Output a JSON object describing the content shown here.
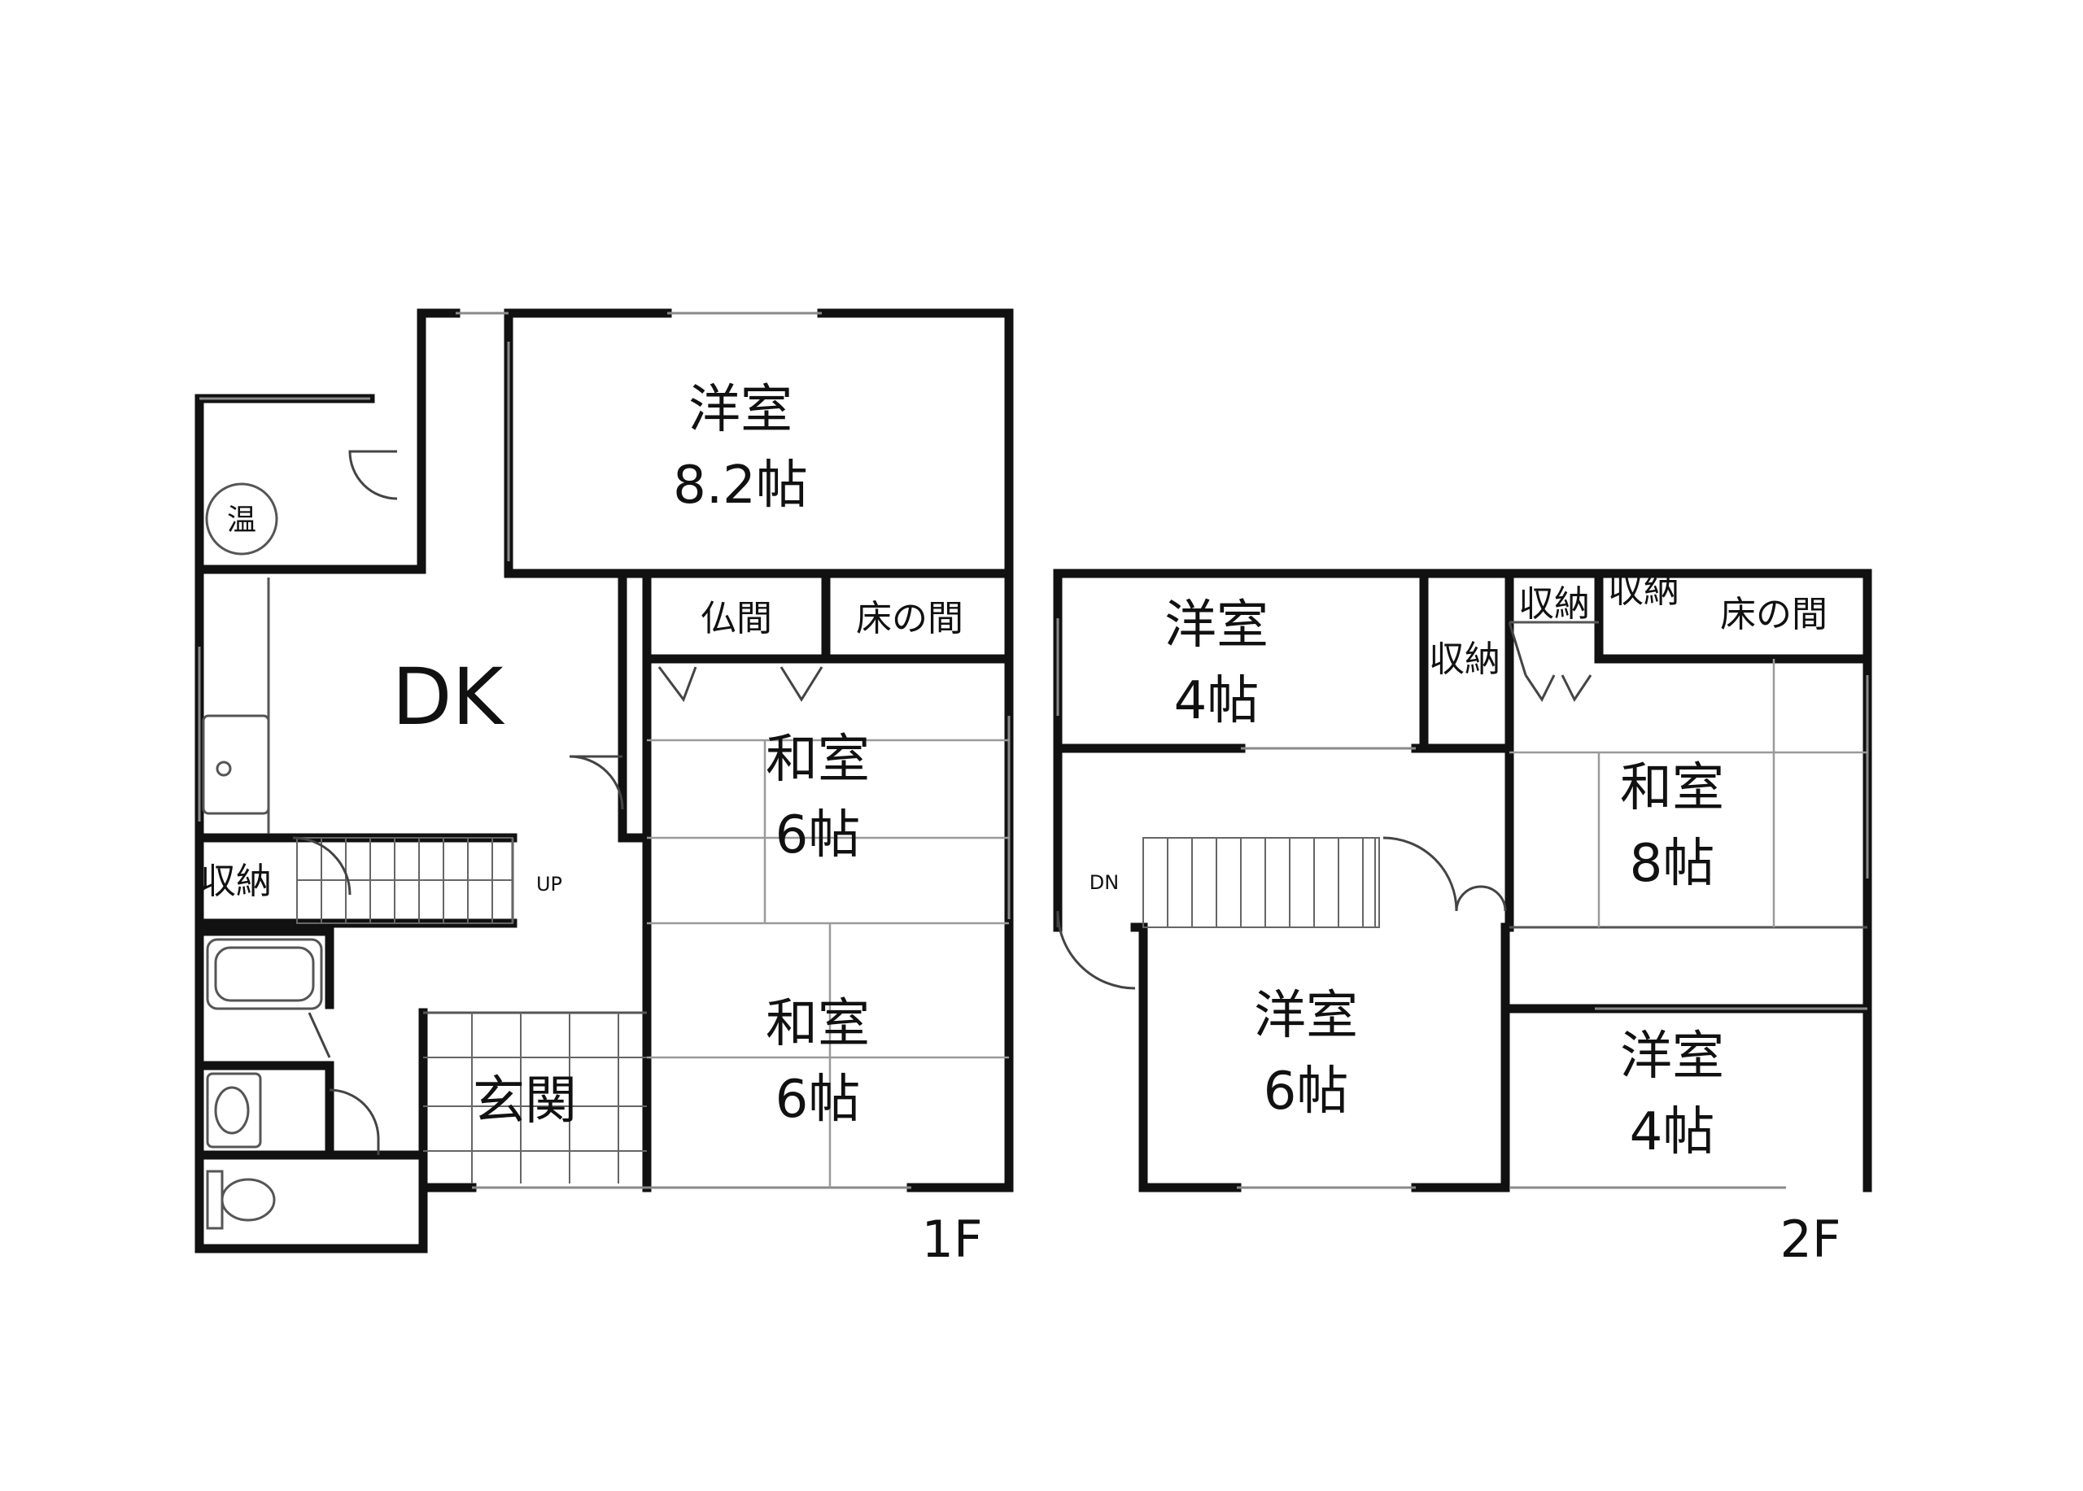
{
  "floor1": {
    "label": "1F",
    "rooms": {
      "western_top": {
        "name": "洋室",
        "size": "8.2帖"
      },
      "dk": {
        "name": "DK"
      },
      "butsuma": {
        "name": "仏間"
      },
      "tokonoma": {
        "name": "床の間"
      },
      "washitsu_upper": {
        "name": "和室",
        "size": "6帖"
      },
      "washitsu_lower": {
        "name": "和室",
        "size": "6帖"
      },
      "storage": {
        "name": "収納"
      },
      "genkan": {
        "name": "玄関"
      },
      "water_heater": {
        "name": "温"
      },
      "stairs": {
        "name": "UP"
      }
    }
  },
  "floor2": {
    "label": "2F",
    "rooms": {
      "western_4_left": {
        "name": "洋室",
        "size": "4帖"
      },
      "storage_a": {
        "name": "収納"
      },
      "storage_b": {
        "name": "収納"
      },
      "storage_c": {
        "name": "収納"
      },
      "tokonoma": {
        "name": "床の間"
      },
      "washitsu": {
        "name": "和室",
        "size": "8帖"
      },
      "western_6": {
        "name": "洋室",
        "size": "6帖"
      },
      "western_4_right": {
        "name": "洋室",
        "size": "4帖"
      },
      "stairs": {
        "name": "DN"
      }
    }
  }
}
